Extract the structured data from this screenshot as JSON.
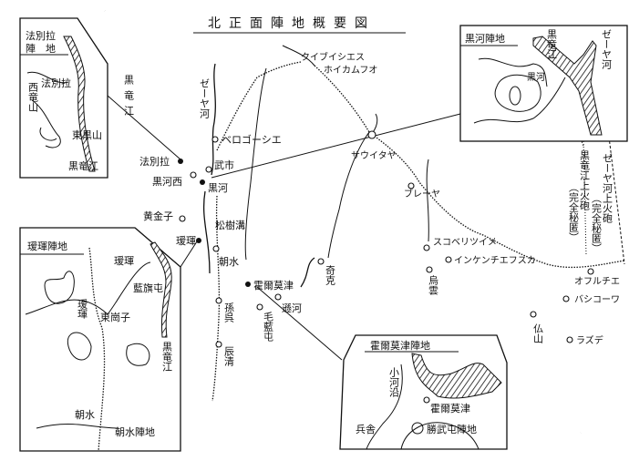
{
  "title": "北正面陣地概要図",
  "main_labels": {
    "amur": "黒竜江",
    "zeya": "ゼーヤ河",
    "belogorsk": "ベロゴーシエ",
    "fabiela": "法別拉",
    "wushi": "武市",
    "heihe_west": "黒河西",
    "heihe": "黒河",
    "huangjinzi": "黄金子",
    "songshugou": "松樹溝",
    "aihui": "瑷琿",
    "chaoshui": "朝水",
    "huoermojin": "霍爾莫津",
    "xunhe": "遜河",
    "sunwu": "孫呉",
    "maolantun": "毛藍屯",
    "chenqing": "辰清",
    "qike": "奇克",
    "wuyun": "烏雲",
    "kuibyshev_1": "クイブイシエス",
    "kuibyshev_2": "ホイカムフオ",
    "svobodny": "サウイタヤ",
    "bureya": "ブレーヤ",
    "skovorodino": "スコベリツイメ",
    "innokentievka": "インケンチエフスカ",
    "obluchye": "オフルチエ",
    "pashkovo": "バシコーワ",
    "foshan": "仏山",
    "razdolnoe": "ラズデ",
    "amur_guns": "黒竜江上火砲",
    "amur_guns_note": "（完全秘匿）",
    "zeya_guns": "ゼーヤ河上火砲",
    "zeya_guns_note": "（完全秘匿）"
  },
  "insets": {
    "fabiela": {
      "title_1": "法別拉",
      "title_2": "陣　地",
      "fabiela": "法別拉",
      "west_longshan": "西竜山",
      "east_heishan": "東黒山",
      "amur": "黒竜江"
    },
    "heihe": {
      "title": "黒河陣地",
      "amur": "黒竜江",
      "zeya": "ゼーヤ河",
      "heihe": "黒河"
    },
    "aihui": {
      "title": "瑷琿陣地",
      "aihui_town": "瑷琿",
      "aihui": "瑷琿",
      "dongganzi": "東崗子",
      "lanqitun": "藍旗屯",
      "amur": "黒竜江",
      "chaoshui": "朝水",
      "chaoshui_position": "朝水陣地"
    },
    "huoermojin": {
      "title": "霍爾莫津陣地",
      "xiaohe": "小河沿",
      "huoermojin": "霍爾莫津",
      "barracks": "兵舎",
      "shengwutun": "勝武屯陣地"
    }
  }
}
